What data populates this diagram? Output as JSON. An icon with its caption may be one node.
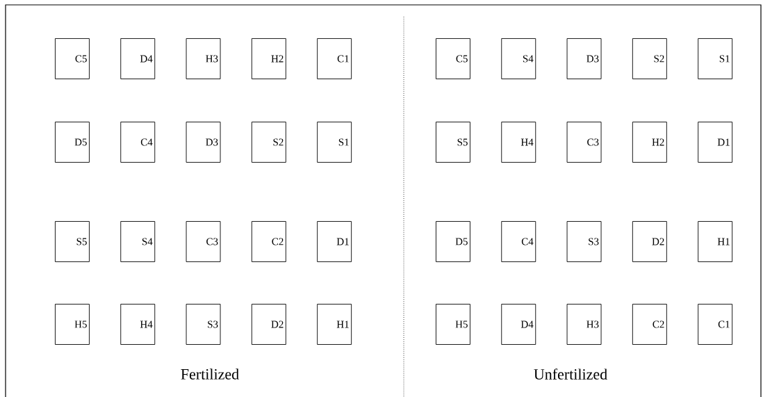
{
  "diagram": {
    "nodes": [
      {
        "text": [
          "C5"
        ]
      },
      {
        "text": [
          "D4"
        ]
      },
      {
        "text": [
          "H3"
        ]
      },
      {
        "text": [
          "H2"
        ]
      },
      {
        "text": [
          "C1"
        ]
      },
      {
        "text": [
          "D5"
        ]
      },
      {
        "text": [
          "C4"
        ]
      },
      {
        "text": [
          "D3"
        ]
      },
      {
        "text": [
          "S2"
        ]
      },
      {
        "text": [
          "S1"
        ]
      },
      {
        "text": [
          "S5"
        ]
      },
      {
        "text": [
          "S4"
        ]
      },
      {
        "text": [
          "C3"
        ]
      },
      {
        "text": [
          "C2"
        ]
      },
      {
        "text": [
          "D1"
        ]
      },
      {
        "text": [
          "H5"
        ]
      },
      {
        "text": [
          "H4"
        ]
      },
      {
        "text": [
          "S3"
        ]
      },
      {
        "text": [
          "D2"
        ]
      },
      {
        "text": [
          "H1"
        ]
      },
      {
        "text": [
          "C5"
        ]
      },
      {
        "text": [
          "S4"
        ]
      },
      {
        "text": [
          "D3"
        ]
      },
      {
        "text": [
          "S2"
        ]
      },
      {
        "text": [
          "S1"
        ]
      },
      {
        "text": [
          "S5"
        ]
      },
      {
        "text": [
          "H4"
        ]
      },
      {
        "text": [
          "C3"
        ]
      },
      {
        "text": [
          "H2"
        ]
      },
      {
        "text": [
          "D1"
        ]
      },
      {
        "text": [
          "D5"
        ]
      },
      {
        "text": [
          "C4"
        ]
      },
      {
        "text": [
          "S3"
        ]
      },
      {
        "text": [
          "D2"
        ]
      },
      {
        "text": [
          "H1"
        ]
      },
      {
        "text": [
          "H5"
        ]
      },
      {
        "text": [
          "D4"
        ]
      },
      {
        "text": [
          "H3"
        ]
      },
      {
        "text": [
          "C2"
        ]
      },
      {
        "text": [
          "C1"
        ]
      }
    ],
    "labels": [
      "Fertilized",
      "Unfertilized"
    ]
  }
}
